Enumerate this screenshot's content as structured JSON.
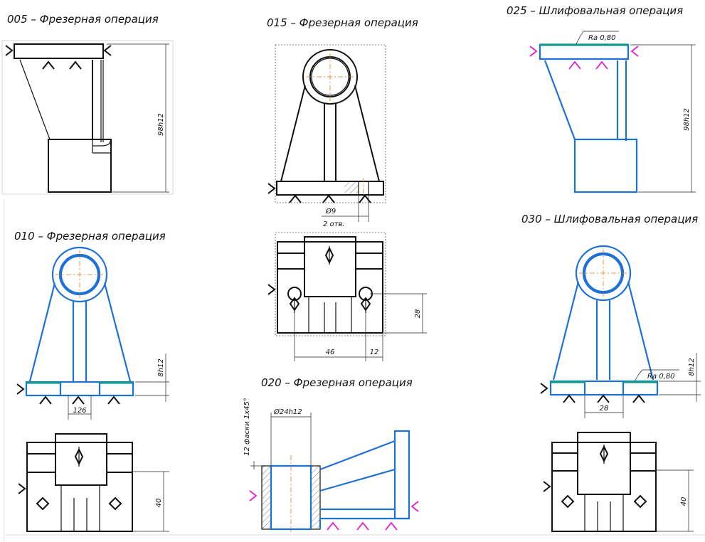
{
  "operations": {
    "op005": {
      "title": "005 – Фрезерная операция",
      "dim_height": "98h12"
    },
    "op010": {
      "title": "010 – Фрезерная операция",
      "dim_height": "8h12",
      "dim_width": "126",
      "dim_vertical": "40"
    },
    "op015": {
      "title": "015 – Фрезерная операция",
      "dim_diameter": "Ø9",
      "dim_holes": "2 отв.",
      "dim_vertical": "28",
      "dim_width": "46",
      "dim_offset": "12"
    },
    "op020": {
      "title": "020 – Фрезерная операция",
      "dim_diameter": "Ø24h12",
      "dim_chamfer": "12 фаски 1х45°"
    },
    "op025": {
      "title": "025 – Шлифовальная операция",
      "roughness": "Ra 0,80",
      "dim_height": "98h12"
    },
    "op030": {
      "title": "030 – Шлифовальная операция",
      "roughness": "Ra 0,80",
      "dim_height": "8h12",
      "dim_width": "28",
      "dim_vertical": "40"
    }
  },
  "colors": {
    "outline": "#111111",
    "machined_surface": "#1e6fd6",
    "treated_face": "#14988a",
    "axis": "#e07a1f",
    "clamp_symbol": "#e020d0"
  }
}
